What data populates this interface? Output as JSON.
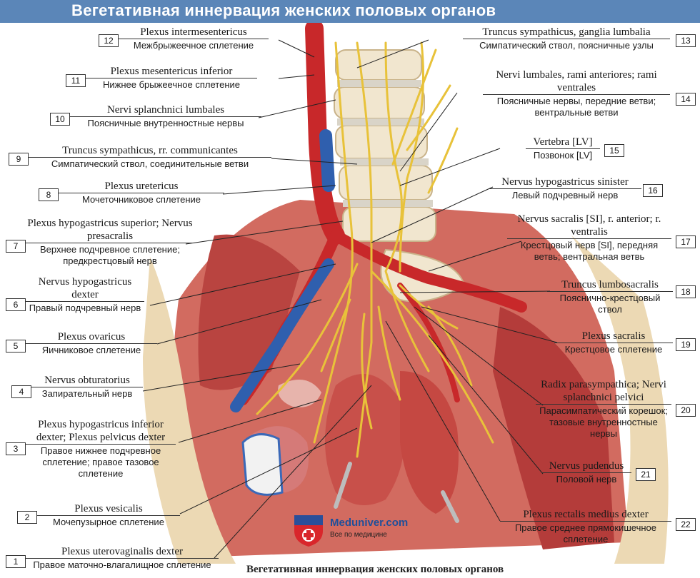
{
  "title": "Вегетативная иннервация женских половых органов",
  "caption": "Вегетативная иннервация женских половых органов",
  "logo": {
    "brand": "Meduniver.com",
    "tagline": "Все по медицине"
  },
  "colors": {
    "title_bar": "#5b86b8",
    "nerve": "#e8c23a",
    "artery": "#c8282a",
    "vein": "#2f5fae",
    "muscle": "#c8504a",
    "bone": "#e9dcc0"
  },
  "labels": [
    {
      "num": "12",
      "la": "Plexus intermesentericus",
      "ru": "Межбрыжеечное сплетение"
    },
    {
      "num": "11",
      "la": "Plexus mesentericus inferior",
      "ru": "Нижнее брыжеечное сплетение"
    },
    {
      "num": "10",
      "la": "Nervi splanchnici lumbales",
      "ru": "Поясничные внутренностные нервы"
    },
    {
      "num": "9",
      "la": "Truncus sympathicus, rr. communicantes",
      "ru": "Симпатический ствол, соединительные ветви"
    },
    {
      "num": "8",
      "la": "Plexus uretericus",
      "ru": "Мочеточниковое сплетение"
    },
    {
      "num": "7",
      "la": "Plexus hypogastricus superior; Nervus presacralis",
      "ru": "Верхнее подчревное сплетение; предкрестцовый нерв"
    },
    {
      "num": "6",
      "la": "Nervus hypogastricus dexter",
      "ru": "Правый подчревный нерв"
    },
    {
      "num": "5",
      "la": "Plexus ovaricus",
      "ru": "Яичниковое сплетение"
    },
    {
      "num": "4",
      "la": "Nervus obturatorius",
      "ru": "Запирательный нерв"
    },
    {
      "num": "3",
      "la": "Plexus hypogastricus inferior dexter; Plexus pelvicus dexter",
      "ru": "Правое нижнее подчревное сплетение; правое тазовое сплетение"
    },
    {
      "num": "2",
      "la": "Plexus vesicalis",
      "ru": "Мочепузырное сплетение"
    },
    {
      "num": "1",
      "la": "Plexus uterovaginalis dexter",
      "ru": "Правое маточно-влагалищное сплетение"
    },
    {
      "num": "13",
      "la": "Truncus sympathicus, ganglia lumbalia",
      "ru": "Симпатический ствол, поясничные узлы"
    },
    {
      "num": "14",
      "la": "Nervi lumbales, rami anteriores; rami ventrales",
      "ru": "Поясничные нервы, передние ветви; вентральные ветви"
    },
    {
      "num": "15",
      "la": "Vertebra [LV]",
      "ru": "Позвонок [LV]"
    },
    {
      "num": "16",
      "la": "Nervus hypogastricus sinister",
      "ru": "Левый подчревный нерв"
    },
    {
      "num": "17",
      "la": "Nervus sacralis [SI], r. anterior; r. ventralis",
      "ru": "Крестцовый нерв [SI], передняя ветвь; вентральная ветвь"
    },
    {
      "num": "18",
      "la": "Truncus lumbosacralis",
      "ru": "Пояснично-крестцовый ствол"
    },
    {
      "num": "19",
      "la": "Plexus sacralis",
      "ru": "Крестцовое сплетение"
    },
    {
      "num": "20",
      "la": "Radix parasympathica; Nervi splanchnici pelvici",
      "ru": "Парасимпатический корешок; тазовые внутренностные нервы"
    },
    {
      "num": "21",
      "la": "Nervus pudendus",
      "ru": "Половой нерв"
    },
    {
      "num": "22",
      "la": "Plexus rectalis medius dexter",
      "ru": "Правое среднее прямокишечное сплетение"
    }
  ]
}
